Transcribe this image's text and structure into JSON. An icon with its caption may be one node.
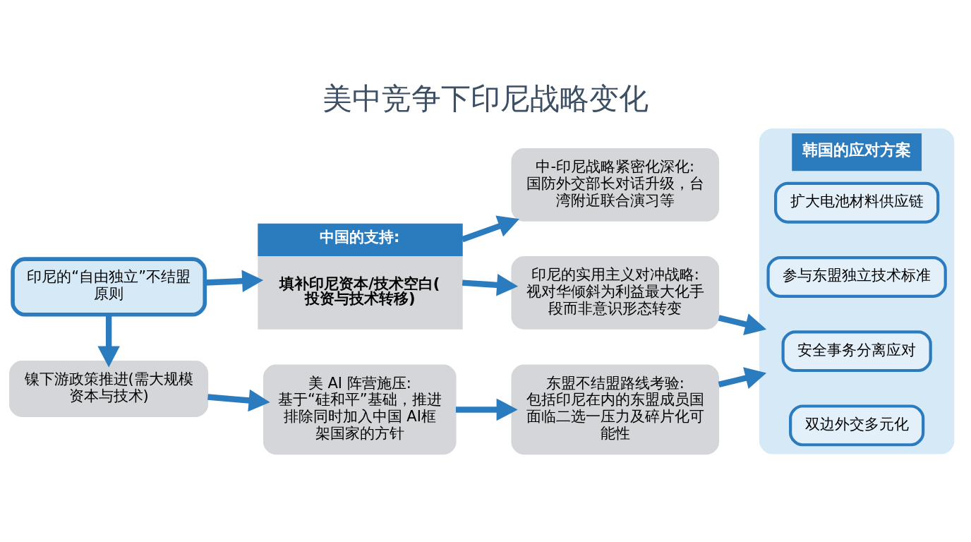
{
  "diagram": {
    "title": "美中竞争下印尼战略变化",
    "nodes": [
      {
        "text": [
          "印尼的“自由独立”不结盟原则"
        ]
      },
      {
        "text": [
          "镍下游政策推进(需大规模资本与技术)"
        ]
      },
      {
        "text": [
          "中国的支持:",
          "填补印尼资本/技术空白(投资与技术转移)"
        ]
      },
      {
        "text": [
          "中-印尼战略紧密化深化:",
          "国防外交部长对话升级，台湾附近联合演习等"
        ]
      },
      {
        "text": [
          "印尼的实用主义对冲战略:",
          "视对华倾斜为利益最大化手段而非意识形态转变"
        ]
      },
      {
        "text": [
          "美 AI 阵营施压:",
          "基于“硅和平”基础，推进排除同时加入中国 AI框架国家的方针"
        ]
      },
      {
        "text": [
          "东盟不结盟路线考验:",
          "包括印尼在内的东盟成员国面临二选一压力及碎片化可能性"
        ]
      },
      {
        "text": [
          "韩国的应对方案"
        ]
      },
      {
        "text": [
          "扩大电池材料供应链"
        ],
        "in": 7
      },
      {
        "text": [
          "参与东盟独立技术标准"
        ],
        "in": 7
      },
      {
        "text": [
          "安全事务分离应对"
        ],
        "in": 7
      },
      {
        "text": [
          "双边外交多元化"
        ],
        "in": 7
      }
    ],
    "edges": [
      {
        "from": 0,
        "to": 2,
        "arrow": "to"
      },
      {
        "from": 0,
        "to": 1,
        "arrow": "to"
      },
      {
        "from": 2,
        "to": 3,
        "arrow": "to"
      },
      {
        "from": 2,
        "to": 4,
        "arrow": "to"
      },
      {
        "from": 1,
        "to": 5,
        "arrow": "to"
      },
      {
        "from": 4,
        "to": 7,
        "arrow": "to"
      },
      {
        "from": 5,
        "to": 6,
        "arrow": "to"
      },
      {
        "from": 6,
        "to": 7,
        "arrow": "to"
      }
    ]
  }
}
